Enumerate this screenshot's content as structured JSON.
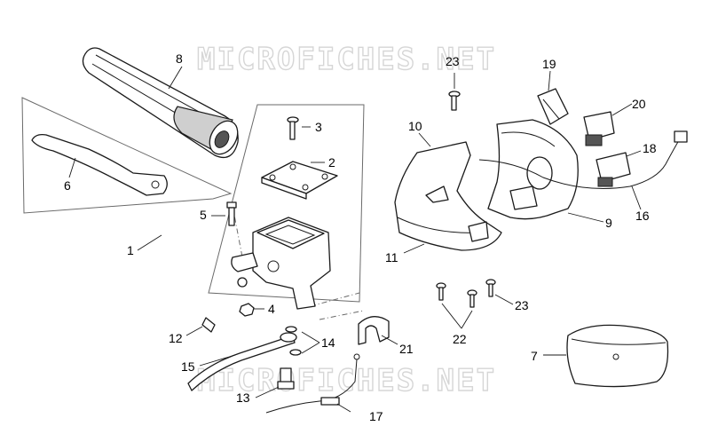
{
  "watermark": {
    "top": "MICROFICHES.NET",
    "bottom": "MICROFICHES.NET"
  },
  "labels": {
    "p1": "1",
    "p2": "2",
    "p3": "3",
    "p4": "4",
    "p5": "5",
    "p6": "6",
    "p7": "7",
    "p8": "8",
    "p9": "9",
    "p10": "10",
    "p11": "11",
    "p12": "12",
    "p13": "13",
    "p14": "14",
    "p15": "15",
    "p16": "16",
    "p17": "17",
    "p18": "18",
    "p19": "19",
    "p20": "20",
    "p21": "21",
    "p22": "22",
    "p23a": "23",
    "p23b": "23"
  },
  "colors": {
    "line": "#1a1a1a",
    "watermark": "#d6d6d6",
    "background": "#ffffff"
  }
}
